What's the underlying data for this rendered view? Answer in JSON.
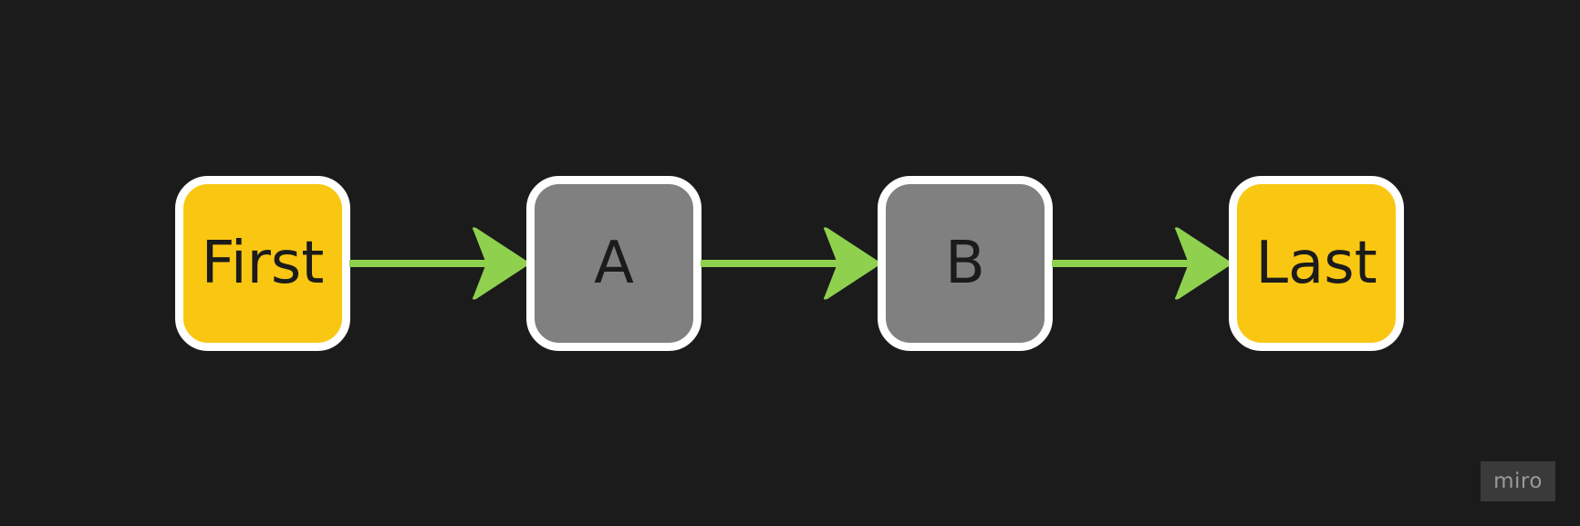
{
  "diagram": {
    "nodes": [
      {
        "id": "first",
        "label": "First",
        "fill": "#f9c712"
      },
      {
        "id": "a",
        "label": "A",
        "fill": "#808080"
      },
      {
        "id": "b",
        "label": "B",
        "fill": "#808080"
      },
      {
        "id": "last",
        "label": "Last",
        "fill": "#f9c712"
      }
    ],
    "edges": [
      {
        "from": "first",
        "to": "a"
      },
      {
        "from": "a",
        "to": "b"
      },
      {
        "from": "b",
        "to": "last"
      }
    ],
    "colors": {
      "background": "#1b1b1b",
      "node_border": "#ffffff",
      "edge": "#8fd14f",
      "text": "#1b1b1b"
    }
  },
  "watermark": {
    "label": "miro"
  }
}
